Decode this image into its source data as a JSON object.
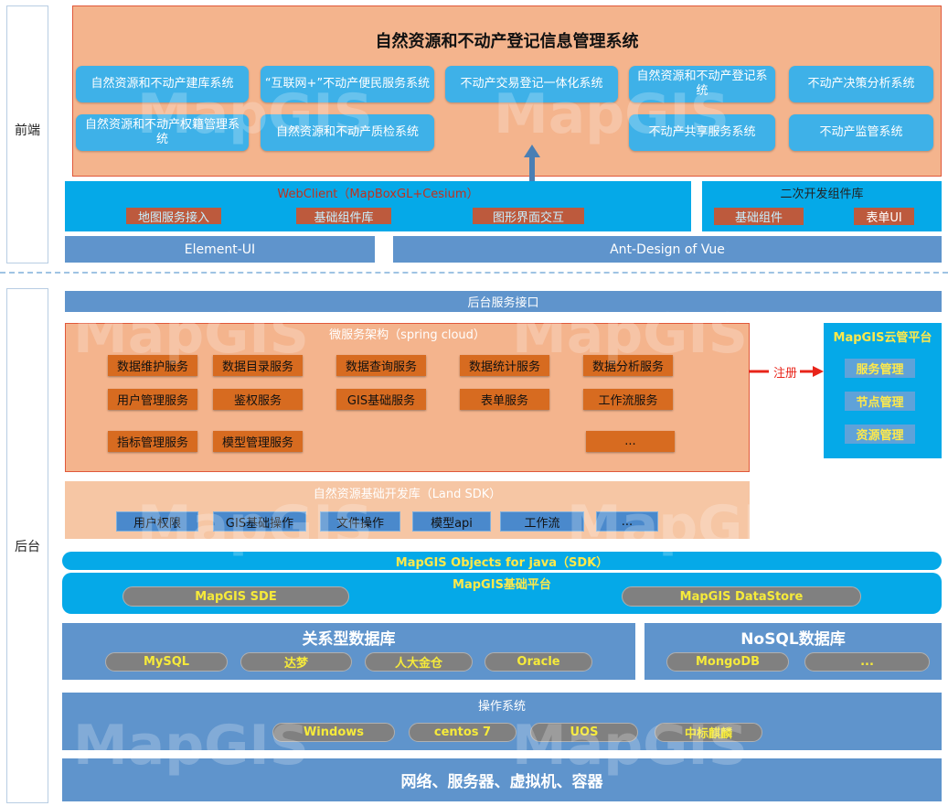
{
  "front_label": "前端",
  "back_label": "后台",
  "app_title": "自然资源和不动产登记信息管理系统",
  "front_apps": [
    "自然资源和不动产建库系统",
    "“互联网+”不动产便民服务系统",
    "不动产交易登记一体化系统",
    "自然资源和不动产登记系统",
    "不动产决策分析系统",
    "自然资源和不动产权籍管理系统",
    "自然资源和不动产质检系统",
    "不动产共享服务系统",
    "不动产监管系统"
  ],
  "webclient": {
    "title": "WebClient（MapBoxGL+Cesium）",
    "items": [
      "地图服务接入",
      "基础组件库",
      "图形界面交互"
    ]
  },
  "secondary_dev": {
    "title": "二次开发组件库",
    "items": [
      "基础组件",
      "表单UI"
    ]
  },
  "ui_libs": [
    "Element-UI",
    "Ant-Design of Vue"
  ],
  "backend_api": "后台服务接口",
  "microservices": {
    "title": "微服务架构（spring cloud）",
    "row1": [
      "数据维护服务",
      "数据目录服务",
      "数据查询服务",
      "数据统计服务",
      "数据分析服务"
    ],
    "row2": [
      "用户管理服务",
      "鉴权服务",
      "GIS基础服务",
      "表单服务",
      "工作流服务"
    ],
    "row3": [
      "指标管理服务",
      "模型管理服务",
      "..."
    ]
  },
  "register_label": "注册",
  "cloud": {
    "title": "MapGIS云管平台",
    "items": [
      "服务管理",
      "节点管理",
      "资源管理"
    ]
  },
  "land_sdk": {
    "title": "自然资源基础开发库（Land SDK）",
    "items": [
      "用户权限",
      "GIS基础操作",
      "文件操作",
      "模型api",
      "工作流",
      "..."
    ]
  },
  "objects_java": "MapGIS Objects for java（SDK）",
  "base_platform": {
    "title": "MapGIS基础平台",
    "items": [
      "MapGIS SDE",
      "MapGIS DataStore"
    ]
  },
  "relational_db": {
    "title": "关系型数据库",
    "items": [
      "MySQL",
      "达梦",
      "人大金仓",
      "Oracle"
    ]
  },
  "nosql_db": {
    "title": "NoSQL数据库",
    "items": [
      "MongoDB",
      "..."
    ]
  },
  "os": {
    "title": "操作系统",
    "items": [
      "Windows",
      "centos 7",
      "UOS",
      "中标麒麟"
    ]
  },
  "infrastructure": "网络、服务器、虚拟机、容器",
  "watermark": "MapGIS",
  "colors": {
    "orange": "#f4b48d",
    "cyan": "#05a9e8",
    "steel": "#5f94cc",
    "service": "#d76b20",
    "highlight": "#f6ea3a",
    "arrow": "#e8241a"
  }
}
